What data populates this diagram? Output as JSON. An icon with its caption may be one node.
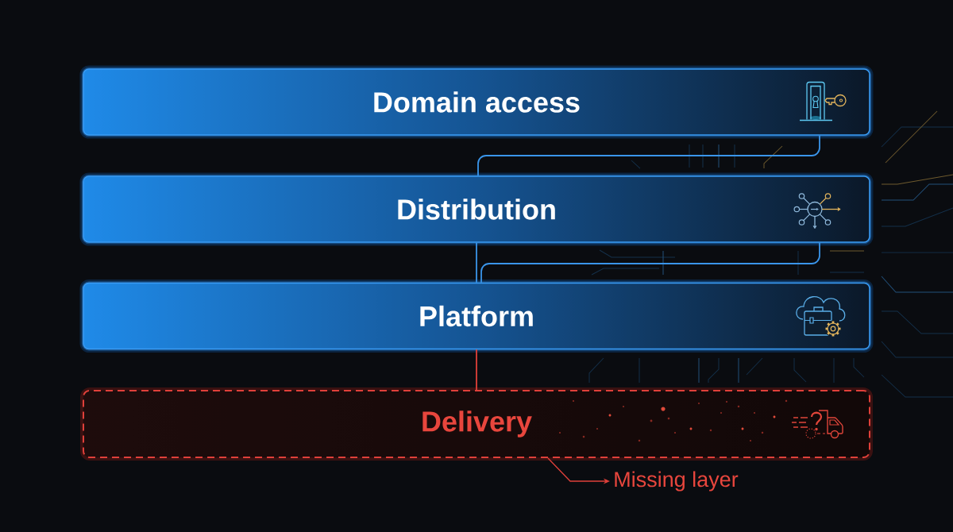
{
  "diagram": {
    "nodes": [
      {
        "text": [
          "Domain access"
        ]
      },
      {
        "text": [
          "Distribution"
        ]
      },
      {
        "text": [
          "Platform"
        ]
      },
      {
        "text": [
          "Delivery"
        ]
      },
      {
        "text": [
          "Missing layer"
        ]
      }
    ],
    "edges": [
      {
        "from": 0,
        "to": 1,
        "arrow": "none"
      },
      {
        "from": 1,
        "to": 2,
        "arrow": "none"
      },
      {
        "from": 1,
        "to": 2,
        "arrow": "none"
      },
      {
        "from": 2,
        "to": 3,
        "arrow": "none",
        "color": "#e0403a"
      },
      {
        "from": 3,
        "to": 4,
        "arrow": "to",
        "color": "#e0403a"
      }
    ]
  }
}
